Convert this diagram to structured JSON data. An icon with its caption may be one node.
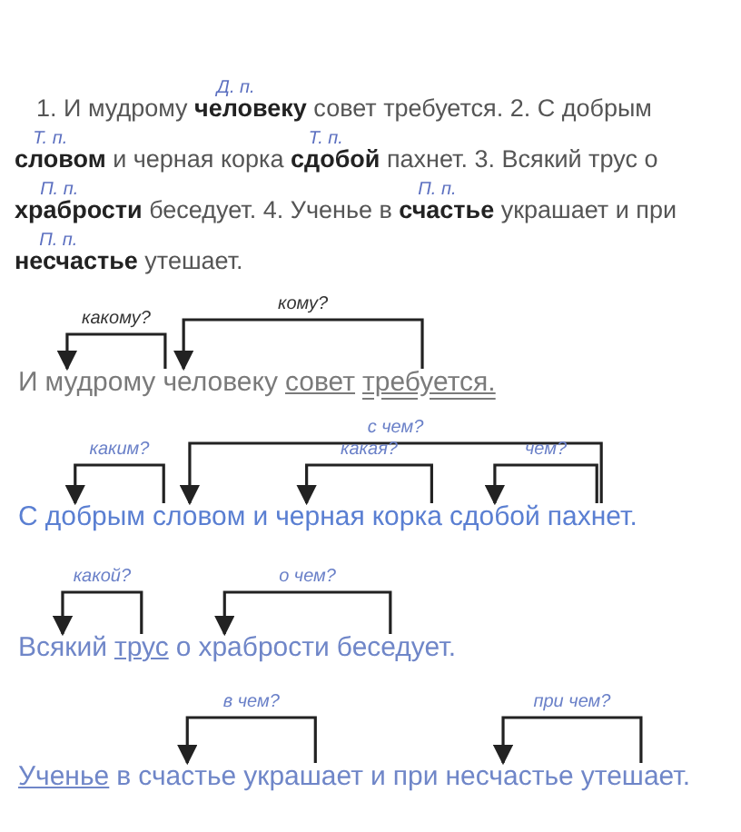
{
  "diagram": {
    "nodes": [
      {
        "text": [
          "И"
        ]
      },
      {
        "text": [
          "мудрому"
        ]
      },
      {
        "text": [
          "человеку"
        ]
      },
      {
        "text": [
          "совет"
        ]
      },
      {
        "text": [
          "требуется."
        ]
      },
      {
        "text": [
          "С"
        ]
      },
      {
        "text": [
          "добрым"
        ]
      },
      {
        "text": [
          "словом"
        ]
      },
      {
        "text": [
          "и"
        ]
      },
      {
        "text": [
          "черная"
        ]
      },
      {
        "text": [
          "корка"
        ]
      },
      {
        "text": [
          "сдобой"
        ]
      },
      {
        "text": [
          "пахнет."
        ]
      },
      {
        "text": [
          "Всякий"
        ]
      },
      {
        "text": [
          "трус"
        ]
      },
      {
        "text": [
          "о"
        ]
      },
      {
        "text": [
          "храбрости"
        ]
      },
      {
        "text": [
          "беседует."
        ]
      },
      {
        "text": [
          "Ученье"
        ]
      },
      {
        "text": [
          "в"
        ]
      },
      {
        "text": [
          "счастье"
        ]
      },
      {
        "text": [
          "украшает"
        ]
      },
      {
        "text": [
          "и"
        ]
      },
      {
        "text": [
          "при"
        ]
      },
      {
        "text": [
          "несчастье"
        ]
      },
      {
        "text": [
          "утешает."
        ]
      }
    ],
    "edges": [
      {
        "from": 2,
        "to": 1,
        "arrow": "to",
        "label": "какому?"
      },
      {
        "from": 4,
        "to": 2,
        "arrow": "to",
        "label": "кому?"
      },
      {
        "from": 7,
        "to": 6,
        "arrow": "to",
        "label": "каким?"
      },
      {
        "from": 12,
        "to": 7,
        "arrow": "to",
        "label": "с чем?"
      },
      {
        "from": 10,
        "to": 9,
        "arrow": "to",
        "label": "какая?"
      },
      {
        "from": 12,
        "to": 11,
        "arrow": "to",
        "label": "чем?"
      },
      {
        "from": 14,
        "to": 13,
        "arrow": "to",
        "label": "какой?"
      },
      {
        "from": 17,
        "to": 16,
        "arrow": "to",
        "label": "о чем?"
      },
      {
        "from": 21,
        "to": 20,
        "arrow": "to",
        "label": "в чем?"
      },
      {
        "from": 25,
        "to": 24,
        "arrow": "to",
        "label": "при чем?"
      }
    ],
    "labels": [
      "Д. п.",
      "1. И мудрому **человеку** совет требуется. 2. С добрым **словом** и черная корка **сдобой** пахнет. 3. Всякий трус о **храбрости** беседует. 4. Ученье в **счастье** украшает и при **несчастье** утешает.",
      "Т. п.",
      "Т. п.",
      "П. п.",
      "П. п.",
      "П. п."
    ]
  }
}
